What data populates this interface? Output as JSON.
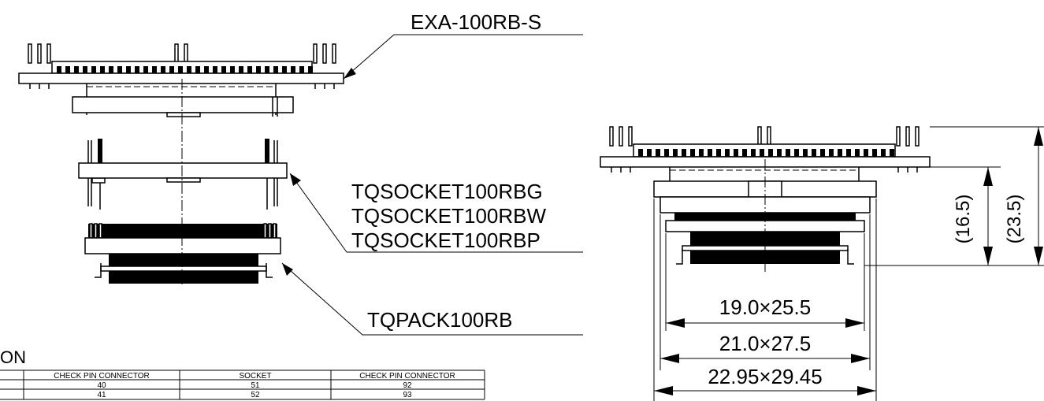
{
  "labels": {
    "probe": "EXA-100RB-S",
    "socket_1": "TQSOCKET100RBG",
    "socket_2": "TQSOCKET100RBW",
    "socket_3": "TQSOCKET100RBP",
    "pack": "TQPACK100RB",
    "section_partial": "ON"
  },
  "dimensions": {
    "height_inner": "(16.5)",
    "height_outer": "(23.5)",
    "dim_1": "19.0×25.5",
    "dim_2": "21.0×27.5",
    "dim_3": "22.95×29.45"
  },
  "table": {
    "headers": [
      "CHECK PIN CONNECTOR",
      "SOCKET",
      "CHECK PIN CONNECTOR"
    ],
    "rows": [
      [
        "40",
        "51",
        "92"
      ],
      [
        "41",
        "52",
        "93"
      ]
    ]
  }
}
